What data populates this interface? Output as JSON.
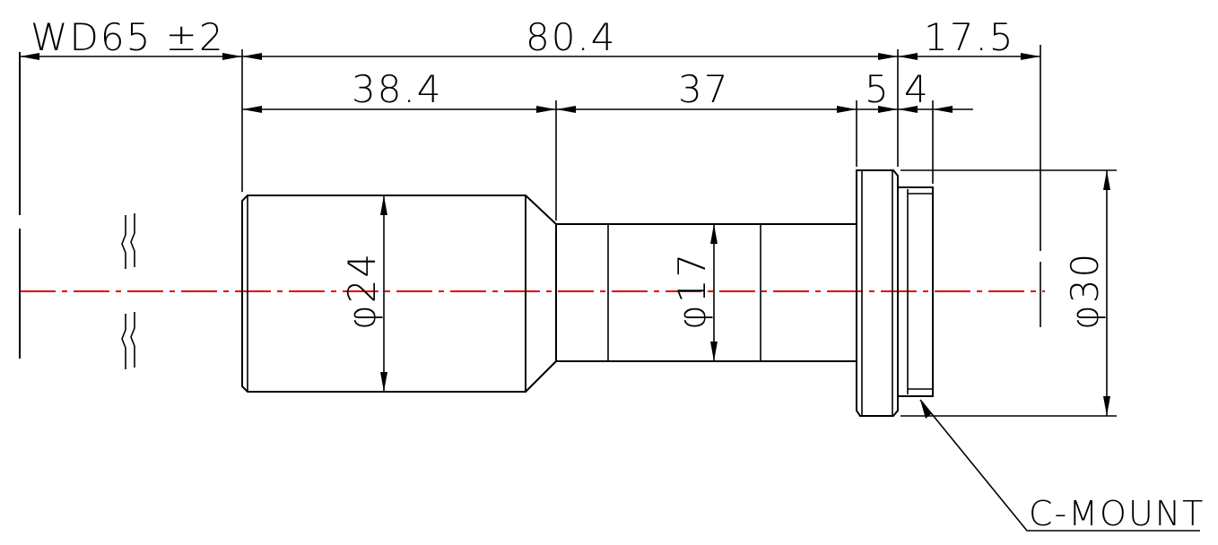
{
  "drawing": {
    "colors": {
      "line": "#000000",
      "center_axis": "#e00000",
      "background": "#ffffff"
    },
    "dimensions": {
      "working_distance": "WD65 ±2",
      "total_length": "80.4",
      "front_section": "38.4",
      "middle_section": "37",
      "flange": "5",
      "mount_thread": "4",
      "back_focus": "17.5",
      "front_diameter": "φ24",
      "middle_diameter": "φ17",
      "flange_diameter": "φ30"
    },
    "callouts": {
      "mount": "C-MOUNT"
    }
  }
}
